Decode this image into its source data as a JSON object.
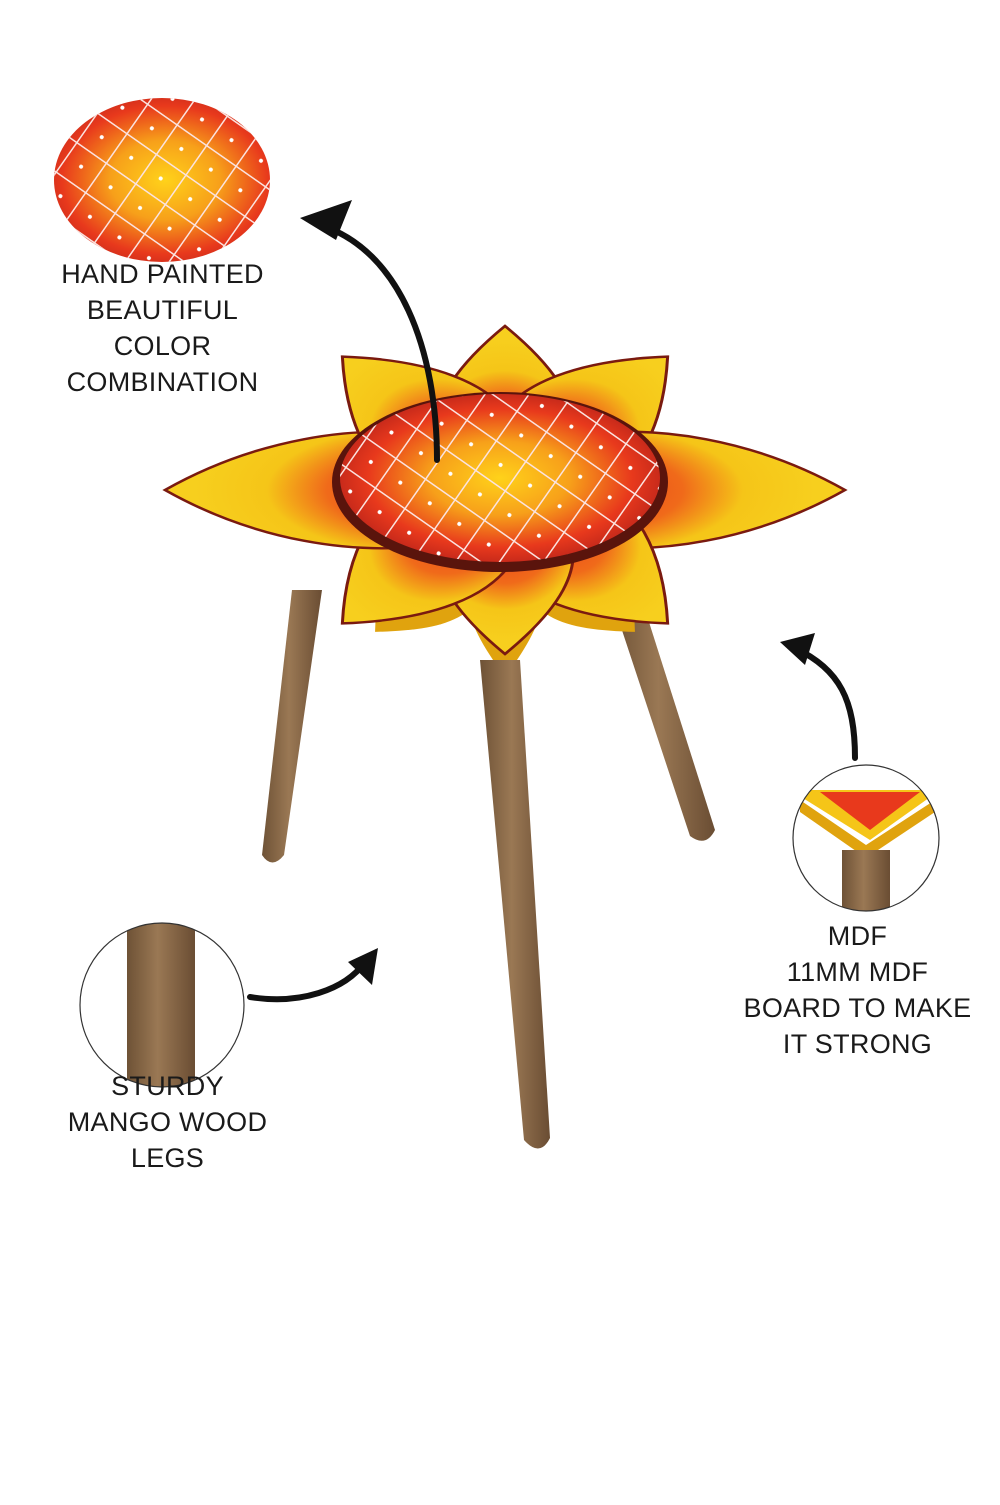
{
  "callouts": {
    "paint": {
      "lines": [
        "HAND PAINTED",
        "BEAUTIFUL",
        "COLOR",
        "COMBINATION"
      ]
    },
    "mdf": {
      "lines": [
        "MDF",
        "11MM MDF",
        "BOARD TO MAKE",
        "IT STRONG"
      ]
    },
    "legs": {
      "lines": [
        "STURDY",
        "MANGO WOOD",
        "LEGS"
      ]
    }
  },
  "icons": [
    "arrow-icon",
    "detail-zoom-circle"
  ],
  "colors": {
    "petal_yellow": "#f5c518",
    "petal_red": "#e8391c",
    "center_dark": "#7a1a10",
    "wood": "#8b6a4a",
    "lattice": "#fbe3e0"
  }
}
